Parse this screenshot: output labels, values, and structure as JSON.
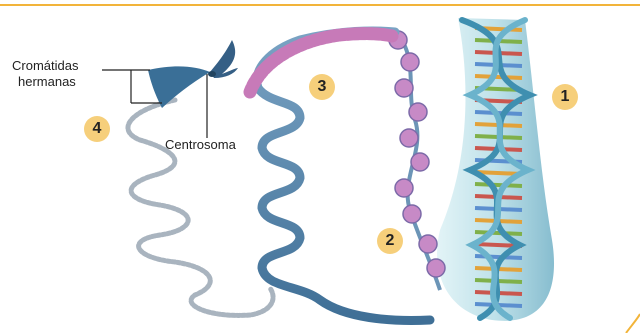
{
  "labels": {
    "sister_chromatids_line1": "Cromátidas",
    "sister_chromatids_line2": "hermanas",
    "centromere": "Centrosoma"
  },
  "markers": [
    "1",
    "2",
    "3",
    "4"
  ],
  "colors": {
    "top_rule": "#f2b43a",
    "badge": "#f6cf7b",
    "chromosome": "#3a6f97",
    "fiber": "#4f7fa8",
    "nucleosome": "#c78ac6",
    "helix_sheath": "#bfe3ea",
    "chromatin_thread": "#a9b4bf"
  }
}
